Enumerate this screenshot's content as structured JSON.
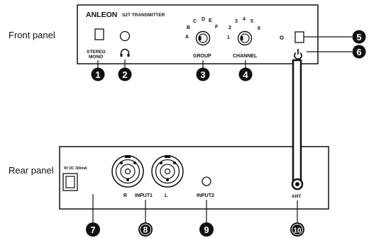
{
  "labels": {
    "front_panel": "Front panel",
    "rear_panel": "Rear panel"
  },
  "front": {
    "brand": "ANLEON",
    "model": "S2T TRANSMITTER",
    "stereo": "STEREO",
    "mono": "MONO",
    "group": "GROUP",
    "channel": "CHANNEL",
    "group_letters": [
      "A",
      "B",
      "C",
      "D",
      "E",
      "F"
    ],
    "channel_numbers": [
      "1",
      "2",
      "3",
      "4",
      "5",
      "6"
    ]
  },
  "rear": {
    "power_spec": "9V DC 300mA",
    "r": "R",
    "input1": "INPUT1",
    "l": "L",
    "input2": "INPUT2",
    "ant": "ANT"
  },
  "callouts": [
    "1",
    "2",
    "3",
    "4",
    "5",
    "6",
    "7",
    "8",
    "9",
    "10"
  ],
  "icons": {
    "headphone": "headphone-icon",
    "power": "power-icon"
  }
}
